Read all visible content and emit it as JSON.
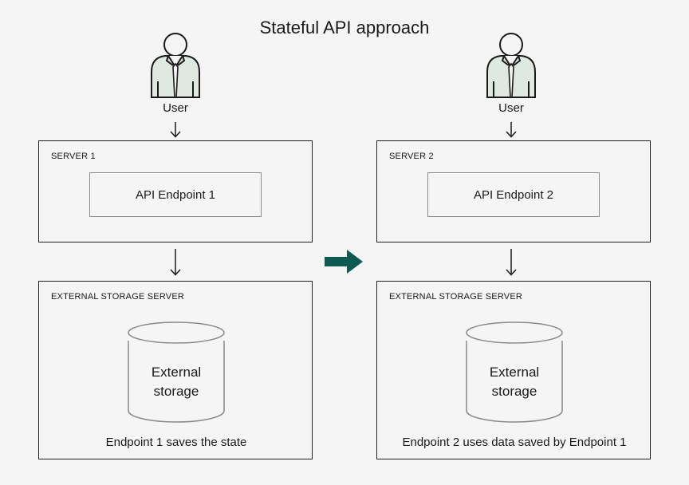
{
  "title": "Stateful API approach",
  "colors": {
    "accent_arrow": "#0e5a53",
    "user_fill": "#dfe8e1"
  },
  "panels": [
    {
      "user_label": "User",
      "server_label": "SERVER 1",
      "endpoint_label": "API Endpoint 1",
      "storage_server_label": "EXTERNAL STORAGE SERVER",
      "storage_label_line1": "External",
      "storage_label_line2": "storage",
      "caption": "Endpoint 1 saves the state"
    },
    {
      "user_label": "User",
      "server_label": "SERVER 2",
      "endpoint_label": "API Endpoint 2",
      "storage_server_label": "EXTERNAL STORAGE SERVER",
      "storage_label_line1": "External",
      "storage_label_line2": "storage",
      "caption": "Endpoint 2 uses data saved by Endpoint 1"
    }
  ],
  "transition_icon": "arrow-right-icon"
}
